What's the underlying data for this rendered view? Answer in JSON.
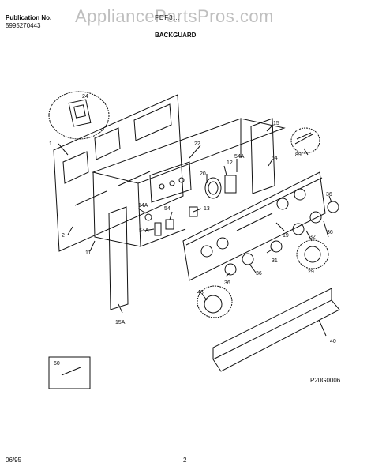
{
  "header": {
    "publication_label": "Publication No.",
    "publication_number": "5995270443",
    "model": "FEF3…",
    "section_title": "BACKGUARD",
    "watermark": "AppliancePartsPros.com"
  },
  "footer": {
    "date": "06/95",
    "page": "2",
    "drawing_code": "P20G0006"
  },
  "parts": {
    "p1": "1",
    "p2": "2",
    "p11": "11",
    "p12": "12",
    "p13": "13",
    "p14a": "14A",
    "p15": "15",
    "p15a": "15A",
    "p19": "19",
    "p20": "20",
    "p22": "22",
    "p24": "24",
    "p29": "29",
    "p31": "31",
    "p32": "32",
    "p36a": "36",
    "p36b": "36",
    "p36c": "36",
    "p36d": "36",
    "p40": "40",
    "p46": "46",
    "p54a": "54",
    "p54b": "54",
    "p54c": "54A",
    "p54d": "54A",
    "p60": "60",
    "p89": "89"
  }
}
